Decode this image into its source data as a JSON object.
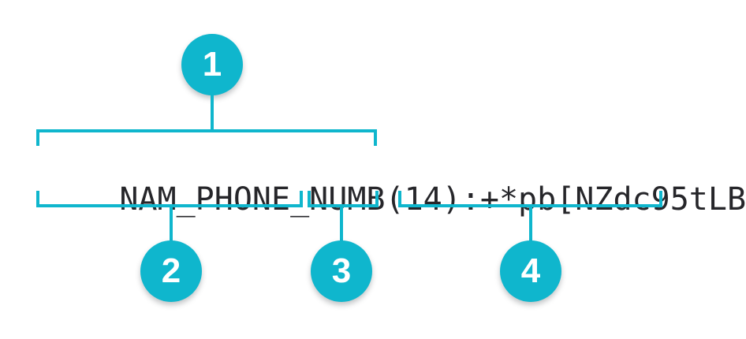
{
  "diagram": {
    "code_string": {
      "full": "NAM_PHONE_NUMB(14):+*pb[NZdc95tLB",
      "segment_name": "NAM_PHONE_NUMB",
      "segment_length": "(14)",
      "segment_value": ":+*pb[NZdc95tLB"
    },
    "callouts": [
      {
        "number": "1"
      },
      {
        "number": "2"
      },
      {
        "number": "3"
      },
      {
        "number": "4"
      }
    ],
    "colors": {
      "accent": "#0fb6cd",
      "text": "#26262a",
      "background": "#ffffff"
    }
  }
}
